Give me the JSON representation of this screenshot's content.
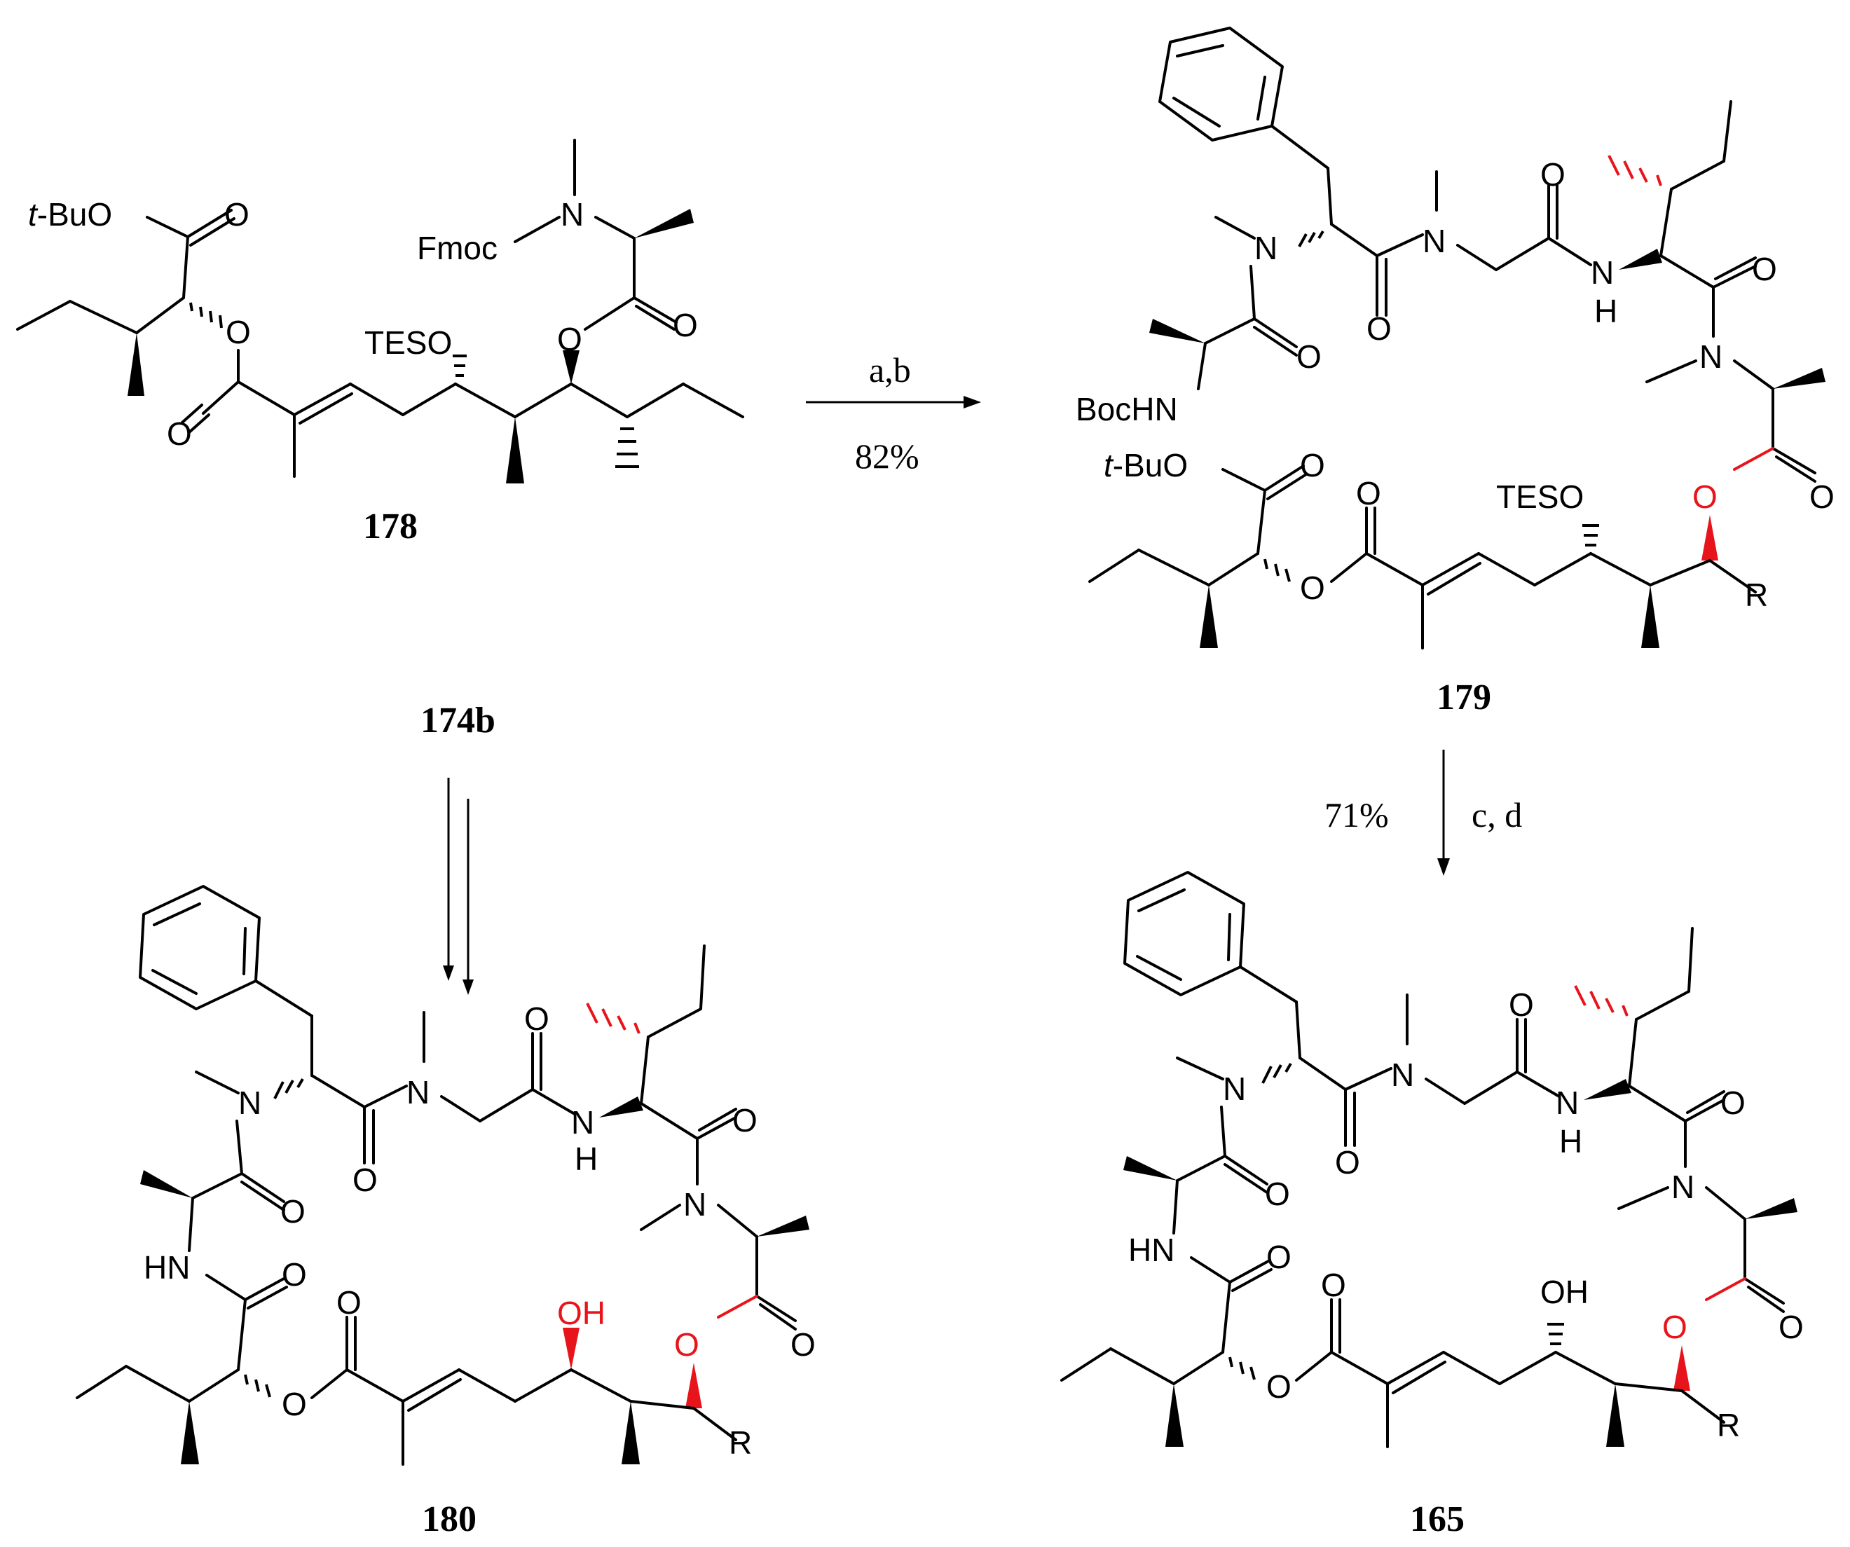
{
  "compounds": {
    "c178": "178",
    "c174b": "174b",
    "c179": "179",
    "c180": "180",
    "c165": "165"
  },
  "arrows": {
    "a1_top": "a,b",
    "a1_bottom": "82%",
    "a2_left": "71%",
    "a2_right": "c, d"
  },
  "atoms": {
    "tbuo": "t-BuO",
    "o": "O",
    "n": "N",
    "h": "H",
    "fmoc": "Fmoc",
    "tes": "TESO",
    "boc": "BocHN",
    "hn": "HN",
    "oh": "OH",
    "r": "R"
  },
  "colors": {
    "highlight": "#e8141b",
    "ink": "#000000"
  }
}
